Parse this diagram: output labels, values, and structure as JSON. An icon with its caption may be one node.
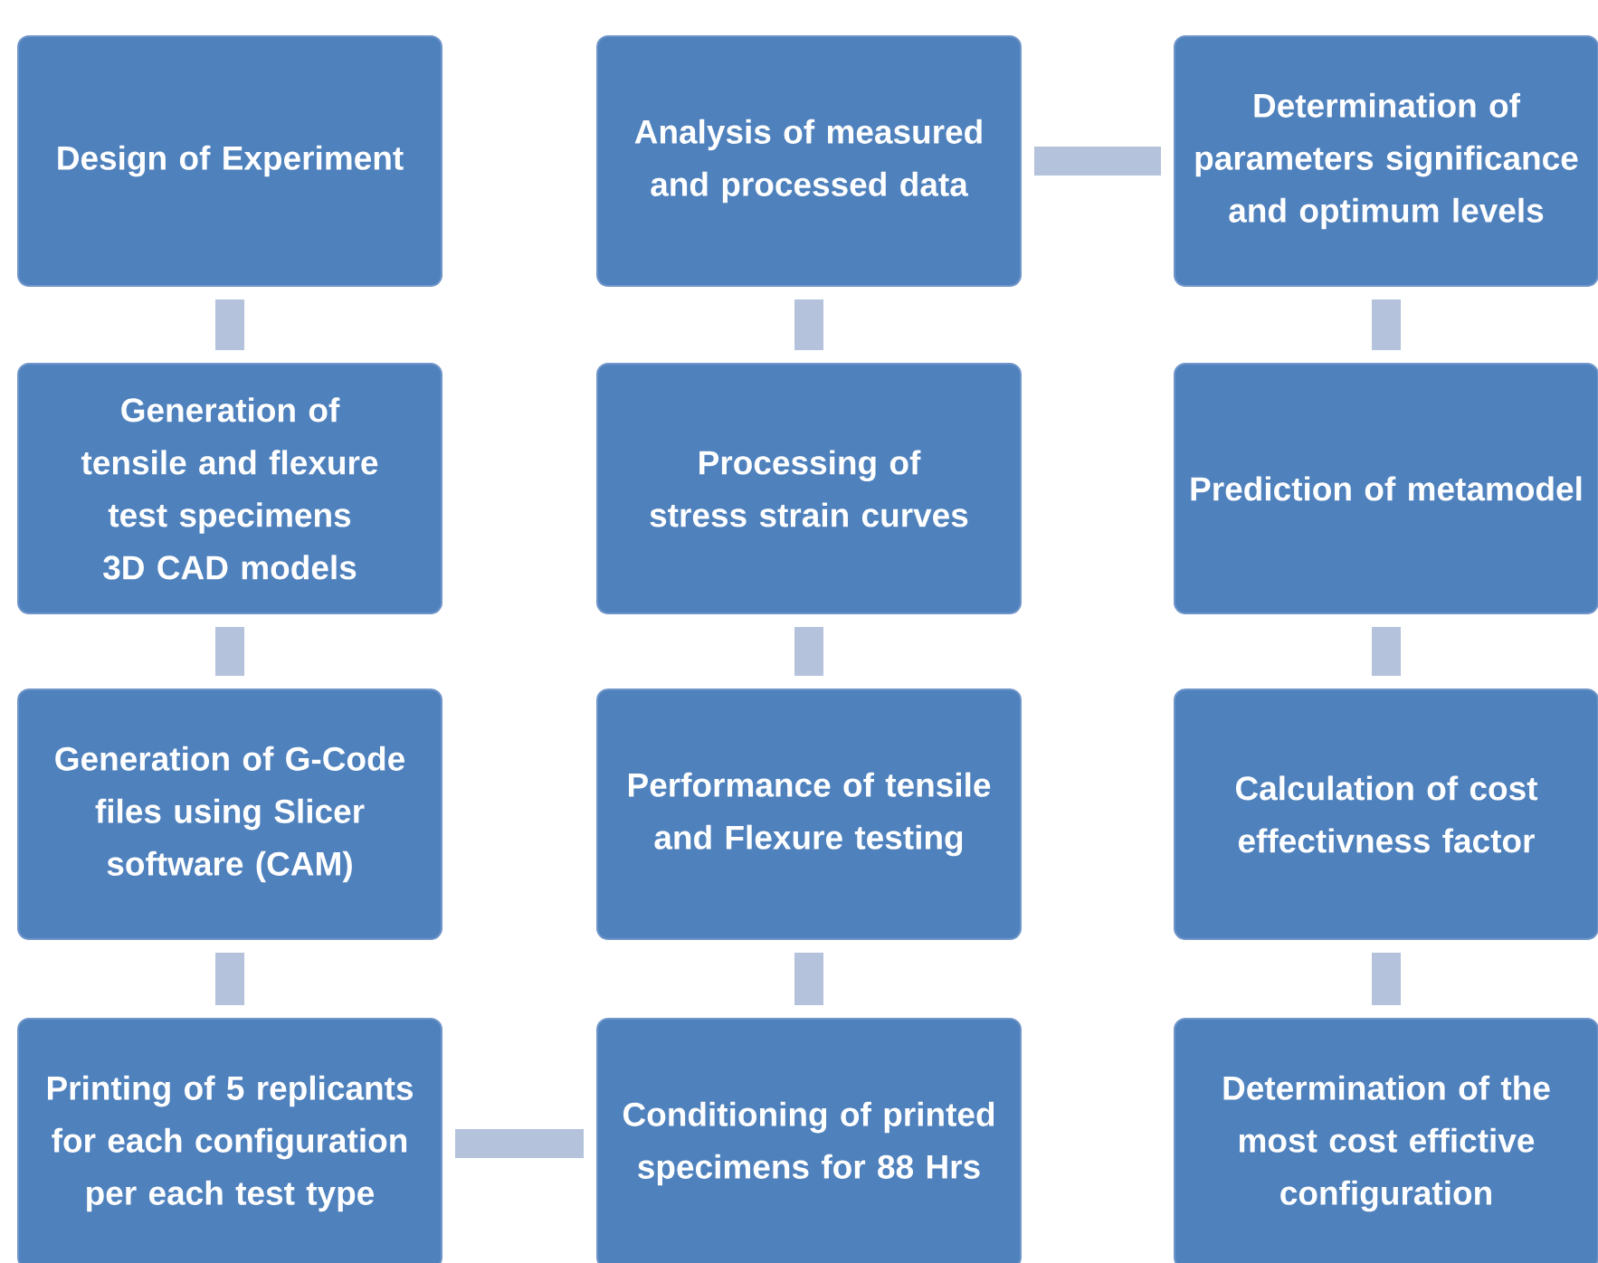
{
  "diagram": {
    "nodes": [
      {
        "text": [
          "Design of Experiment"
        ]
      },
      {
        "text": [
          "Analysis of measured and processed data"
        ]
      },
      {
        "text": [
          "Determination of parameters significance and optimum levels"
        ]
      },
      {
        "text": [
          "Generation of tensile and flexure test specimens 3D CAD models"
        ]
      },
      {
        "text": [
          "Processing  of stress strain curves"
        ]
      },
      {
        "text": [
          "Prediction of metamodel"
        ]
      },
      {
        "text": [
          "Generation of G-Code files using Slicer software (CAM)"
        ]
      },
      {
        "text": [
          "Performance of tensile and Flexure testing"
        ]
      },
      {
        "text": [
          "Calculation of cost effectivness factor"
        ]
      },
      {
        "text": [
          "Printing of 5 replicants for each configuration per each test type"
        ]
      },
      {
        "text": [
          "Conditioning of printed specimens for 88 Hrs"
        ]
      },
      {
        "text": [
          "Determination of the most cost effictive configuration"
        ]
      }
    ],
    "edges": [
      {
        "from": 0,
        "to": 3,
        "arrow": "none"
      },
      {
        "from": 3,
        "to": 6,
        "arrow": "none"
      },
      {
        "from": 6,
        "to": 9,
        "arrow": "none"
      },
      {
        "from": 9,
        "to": 10,
        "arrow": "none"
      },
      {
        "from": 10,
        "to": 7,
        "arrow": "none"
      },
      {
        "from": 7,
        "to": 4,
        "arrow": "none"
      },
      {
        "from": 4,
        "to": 1,
        "arrow": "none"
      },
      {
        "from": 1,
        "to": 2,
        "arrow": "none"
      },
      {
        "from": 2,
        "to": 5,
        "arrow": "none"
      },
      {
        "from": 5,
        "to": 8,
        "arrow": "none"
      },
      {
        "from": 8,
        "to": 11,
        "arrow": "none"
      }
    ]
  }
}
